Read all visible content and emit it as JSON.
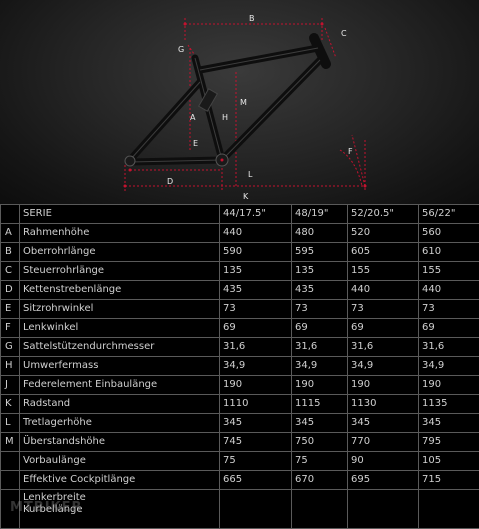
{
  "diagram": {
    "labels": {
      "A": "A",
      "B": "B",
      "C": "C",
      "D": "D",
      "E": "E",
      "F": "F",
      "G": "G",
      "H": "H",
      "K": "K",
      "L": "L",
      "M": "M"
    }
  },
  "table": {
    "headers": [
      "SERIE",
      "44/17.5\"",
      "48/19\"",
      "52/20.5\"",
      "56/22\""
    ],
    "rows": [
      {
        "letter": "A",
        "label": "Rahmenhöhe",
        "values": [
          "440",
          "480",
          "520",
          "560"
        ]
      },
      {
        "letter": "B",
        "label": "Oberrohrlänge",
        "values": [
          "590",
          "595",
          "605",
          "610"
        ]
      },
      {
        "letter": "C",
        "label": "Steuerrohrlänge",
        "values": [
          "135",
          "135",
          "155",
          "155"
        ]
      },
      {
        "letter": "D",
        "label": "Kettenstrebenlänge",
        "values": [
          "435",
          "435",
          "440",
          "440"
        ]
      },
      {
        "letter": "E",
        "label": "Sitzrohrwinkel",
        "values": [
          "73",
          "73",
          "73",
          "73"
        ]
      },
      {
        "letter": "F",
        "label": "Lenkwinkel",
        "values": [
          "69",
          "69",
          "69",
          "69"
        ]
      },
      {
        "letter": "G",
        "label": "Sattelstützendurchmesser",
        "values": [
          "31,6",
          "31,6",
          "31,6",
          "31,6"
        ]
      },
      {
        "letter": "H",
        "label": "Umwerfermass",
        "values": [
          "34,9",
          "34,9",
          "34,9",
          "34,9"
        ]
      },
      {
        "letter": "J",
        "label": "Federelement Einbaulänge",
        "values": [
          "190",
          "190",
          "190",
          "190"
        ]
      },
      {
        "letter": "K",
        "label": "Radstand",
        "values": [
          "1110",
          "1115",
          "1130",
          "1135"
        ]
      },
      {
        "letter": "L",
        "label": "Tretlagerhöhe",
        "values": [
          "345",
          "345",
          "345",
          "345"
        ]
      },
      {
        "letter": "M",
        "label": "Überstandshöhe",
        "values": [
          "745",
          "750",
          "770",
          "795"
        ]
      },
      {
        "letter": "",
        "label": "Vorbaulänge",
        "values": [
          "75",
          "75",
          "90",
          "105"
        ]
      },
      {
        "letter": "",
        "label": "Effektive Cockpitlänge",
        "values": [
          "665",
          "670",
          "695",
          "715"
        ]
      }
    ],
    "last_row": {
      "label_1": "Lenkerbreite",
      "label_2": "Kurbellänge"
    }
  },
  "watermark": "MTBIKER",
  "colors": {
    "accent": "#c4122f",
    "frame": "#1a1a1a",
    "grid": "#5a5a5a"
  }
}
